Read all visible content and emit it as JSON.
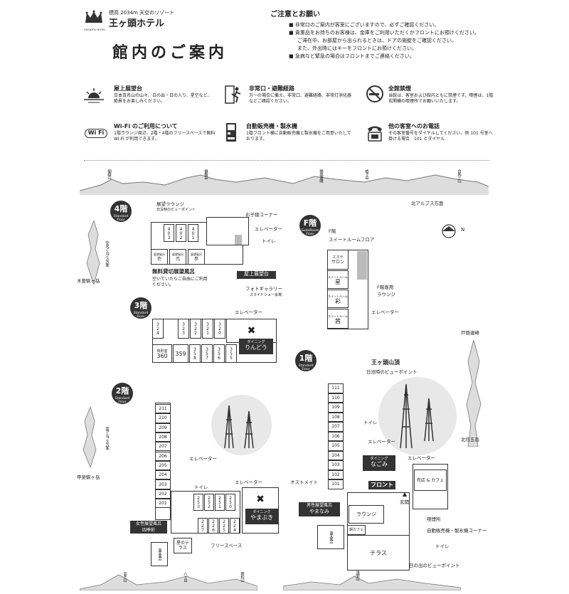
{
  "brand": {
    "subtitle": "標高 2034m 天空のリゾート",
    "name": "王ヶ頭ホテル",
    "logo_text": "OUGATOU HOTEL"
  },
  "page_title": "館内のご案内",
  "notice": {
    "title": "ご注意とお願い",
    "lines": [
      "■ 非常口のご案内が客室にございますので、必ずご確認ください。",
      "■ 貴重品をお持ちのお客様は、金庫をご利用いただくかフロントにお預けください。",
      "ご滞在中、お部屋から出られるときは、ドアの施錠をご確認ください。",
      "また、外出時にはキーをフロントにお預けください。",
      "■ 急病など緊急の場合はフロントまでご連絡ください。"
    ]
  },
  "info": [
    {
      "title": "屋上展望台",
      "text": "日本百名山の山々、日の出・日の入り、星空など、絶景をお楽しみください。"
    },
    {
      "title": "非常口・避難経路",
      "text": "万一の場合に備え、非常口、避難経路、非常灯消化器などご確認ください。"
    },
    {
      "title": "全館禁煙",
      "text": "当館は、客室および館内ともに禁煙です。喫煙は、1階玄関横の喫煙所でお願いいたします。"
    },
    {
      "title": "Wi-Fi のご利用について",
      "text": "1階ラウンジ周辺、2階・4階のフリースペースで無料 Wi-Fi が利用できます。"
    },
    {
      "title": "自動販売機・製氷機",
      "text": "1階フロント横に自動販売機と製氷機をご用意いたしております。"
    },
    {
      "title": "他の客室へのお電話",
      "text": "その客室番号をダイヤルしてください。例 101 号室へ掛ける場合　101 とダイヤル"
    }
  ],
  "mountains": {
    "top": [
      "御嶽山",
      "乗鞍岳",
      "穂高連峰",
      "槍ヶ岳",
      "白馬三山"
    ],
    "top_note": "北アルプス方面",
    "left": [
      "中央アルプス方面",
      "木曽駒ヶ岳",
      "南アルプス方面",
      "甲斐駒ヶ岳"
    ],
    "right": [
      "戸隠連峰",
      "北信五岳"
    ],
    "bottom": [
      "富士山",
      "八ヶ岳",
      "蓼科山",
      "浅間山"
    ]
  },
  "floors": {
    "f4": {
      "num": "4階",
      "sub": "Standard Floor",
      "rooms": [
        "403",
        "402",
        "401",
        "壱",
        "弐",
        "参"
      ],
      "room_sub": "展望風呂",
      "labels": [
        "展望ラウンジ",
        "日没時のビューポイント",
        "お子様コーナー",
        "エレベーター",
        "トイレ",
        "屋上展望台",
        "フォトギャラリー",
        "スライドショー会場"
      ],
      "bath_title": "無料貸切展望風呂",
      "bath_note": "空いていたらご自由にご利用ください。"
    },
    "ff": {
      "num": "F階",
      "sub": "SuiteRoom Floor",
      "title": "F階",
      "desc": "スイートルームフロア",
      "rooms": [
        {
          "cap": "エステ",
          "name": "サロン"
        },
        {
          "cap": "スイートルーム",
          "name": "星"
        },
        {
          "cap": "スイートルーム",
          "name": "彩"
        },
        {
          "cap": "スイートルーム",
          "name": "茜"
        }
      ],
      "labels": [
        "F階専用",
        "ラウンジ",
        "エレベーター"
      ]
    },
    "f3": {
      "num": "3階",
      "sub": "Standard Floor",
      "rooms_top": [
        "324",
        "323",
        "322",
        "321",
        "320"
      ],
      "rooms_bottom": [
        "特別室",
        "360",
        "359",
        "358",
        "357",
        "356",
        "355"
      ],
      "elevator": "エレベーター",
      "dining_cap": "ダイニング",
      "dining": "りんどう"
    },
    "f2": {
      "num": "2階",
      "sub": "Standard Floor",
      "rooms": [
        "211",
        "210",
        "209",
        "208",
        "207",
        "206",
        "205",
        "204",
        "203",
        "202",
        "201"
      ],
      "rooms_bottom": [
        "253",
        "252",
        "251",
        "250"
      ],
      "rooms_bottom2": [
        "227",
        "226",
        "225",
        "224"
      ],
      "labels": [
        "エレベーター",
        "トイレ",
        "エレベーター",
        "フリースペース"
      ],
      "bath_cap": "女性展望風呂",
      "bath": "四季彩",
      "bath2": "露天風呂",
      "terrace": "星のテラス",
      "dining_cap": "ダイニング",
      "dining": "やまぶき"
    },
    "f1": {
      "num": "1階",
      "sub": "Standard Floor",
      "rooms": [
        "111",
        "110",
        "109",
        "108",
        "107",
        "106",
        "105",
        "104",
        "103",
        "102",
        "101"
      ],
      "labels": [
        "王ヶ頭山頂",
        "日没時のビューポイント",
        "トイレ",
        "エレベーター",
        "エレベーター",
        "オストメイト",
        "売店 & カフェ",
        "玄関",
        "喫煙所",
        "自動販売機・製氷機コーナー",
        "トイレ",
        "日の出のビューポイント"
      ],
      "front": "フロント",
      "dining_cap": "ダイニング",
      "dining": "なごみ",
      "bath_cap": "男性展望風呂",
      "bath": "やまなみ",
      "bath2": "露天風呂",
      "lounge": "ラウンジ",
      "cafe": "朝カフェ",
      "terrace": "テラス"
    }
  },
  "compass": "N"
}
